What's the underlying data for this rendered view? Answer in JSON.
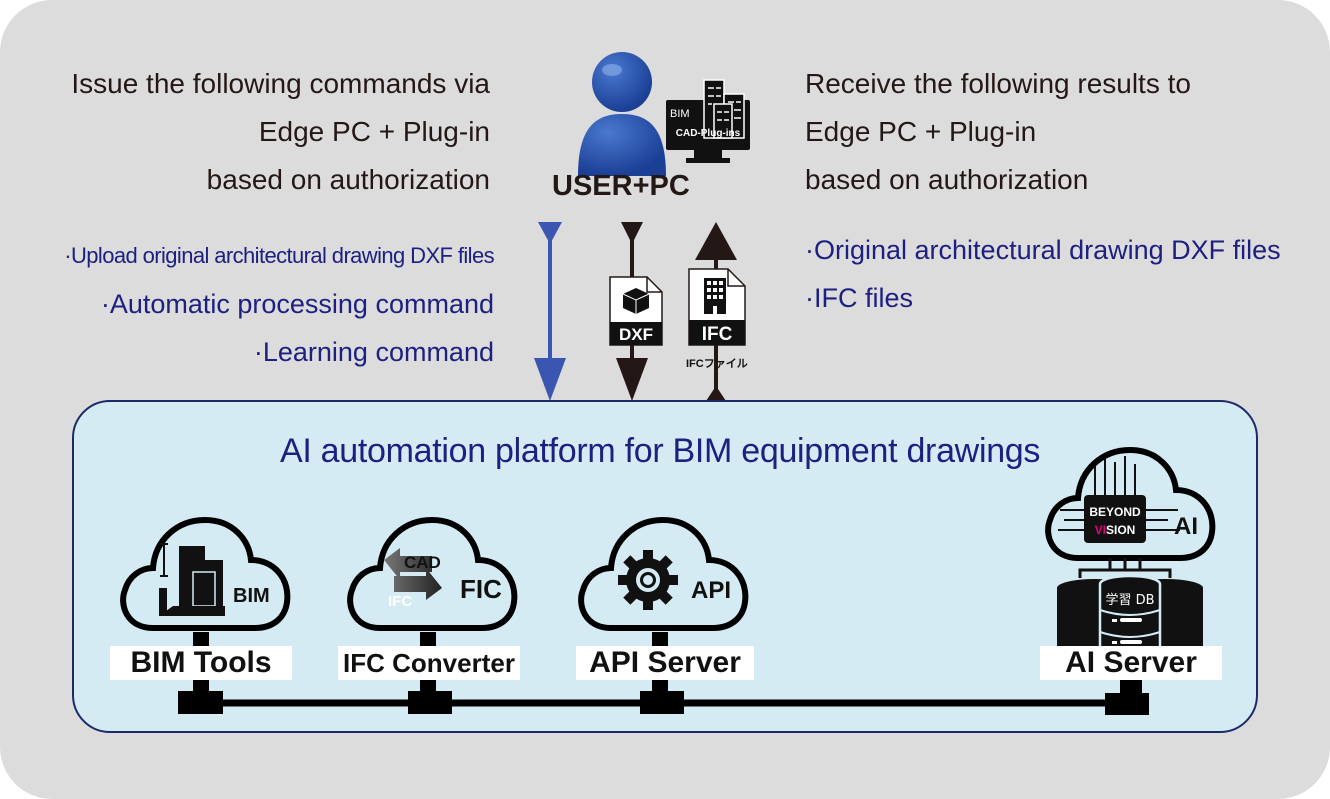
{
  "left_panel": {
    "heading_lines": [
      "Issue the following commands via",
      "Edge PC + Plug-in",
      "based on authorization"
    ],
    "commands": [
      "·Upload original architectural drawing DXF files",
      "·Automatic processing command",
      "·Learning command"
    ]
  },
  "right_panel": {
    "heading_lines": [
      "Receive the following results to",
      "Edge PC + Plug-in",
      "based on authorization"
    ],
    "results": [
      "·Original architectural drawing DXF files",
      "·IFC files"
    ]
  },
  "user": {
    "label": "USER+PC",
    "monitor_text_top": "BIM",
    "monitor_text_bottom": "CAD-Plug-ins"
  },
  "file_icons": {
    "dxf_label": "DXF",
    "ifc_label": "IFC",
    "ifc_caption": "IFCファイル"
  },
  "platform": {
    "title": "AI automation platform for BIM equipment drawings",
    "nodes": [
      {
        "id": "bim",
        "label": "BIM Tools",
        "cloud_text": "BIM"
      },
      {
        "id": "ifc",
        "label": "IFC Converter",
        "cloud_text": "FIC",
        "sub_top": "CAD",
        "sub_bottom": "IFC"
      },
      {
        "id": "api",
        "label": "API Server",
        "cloud_text": "API"
      },
      {
        "id": "ai",
        "label": "AI Server",
        "cloud_text": "AI",
        "chip_line1": "BEYOND",
        "chip_line2_accent": "VI",
        "chip_line2": "SION",
        "db_label": "学習 DB"
      }
    ]
  },
  "colors": {
    "background": "#dcdcdc",
    "platform_fill": "#d4ebf4",
    "platform_border": "#1d2a6a",
    "navy_text": "#1d2080",
    "dark_text": "#231815",
    "user_blue": "#1f4fa8",
    "command_arrow": "#3a56b0",
    "accent_pink": "#e5007f"
  }
}
